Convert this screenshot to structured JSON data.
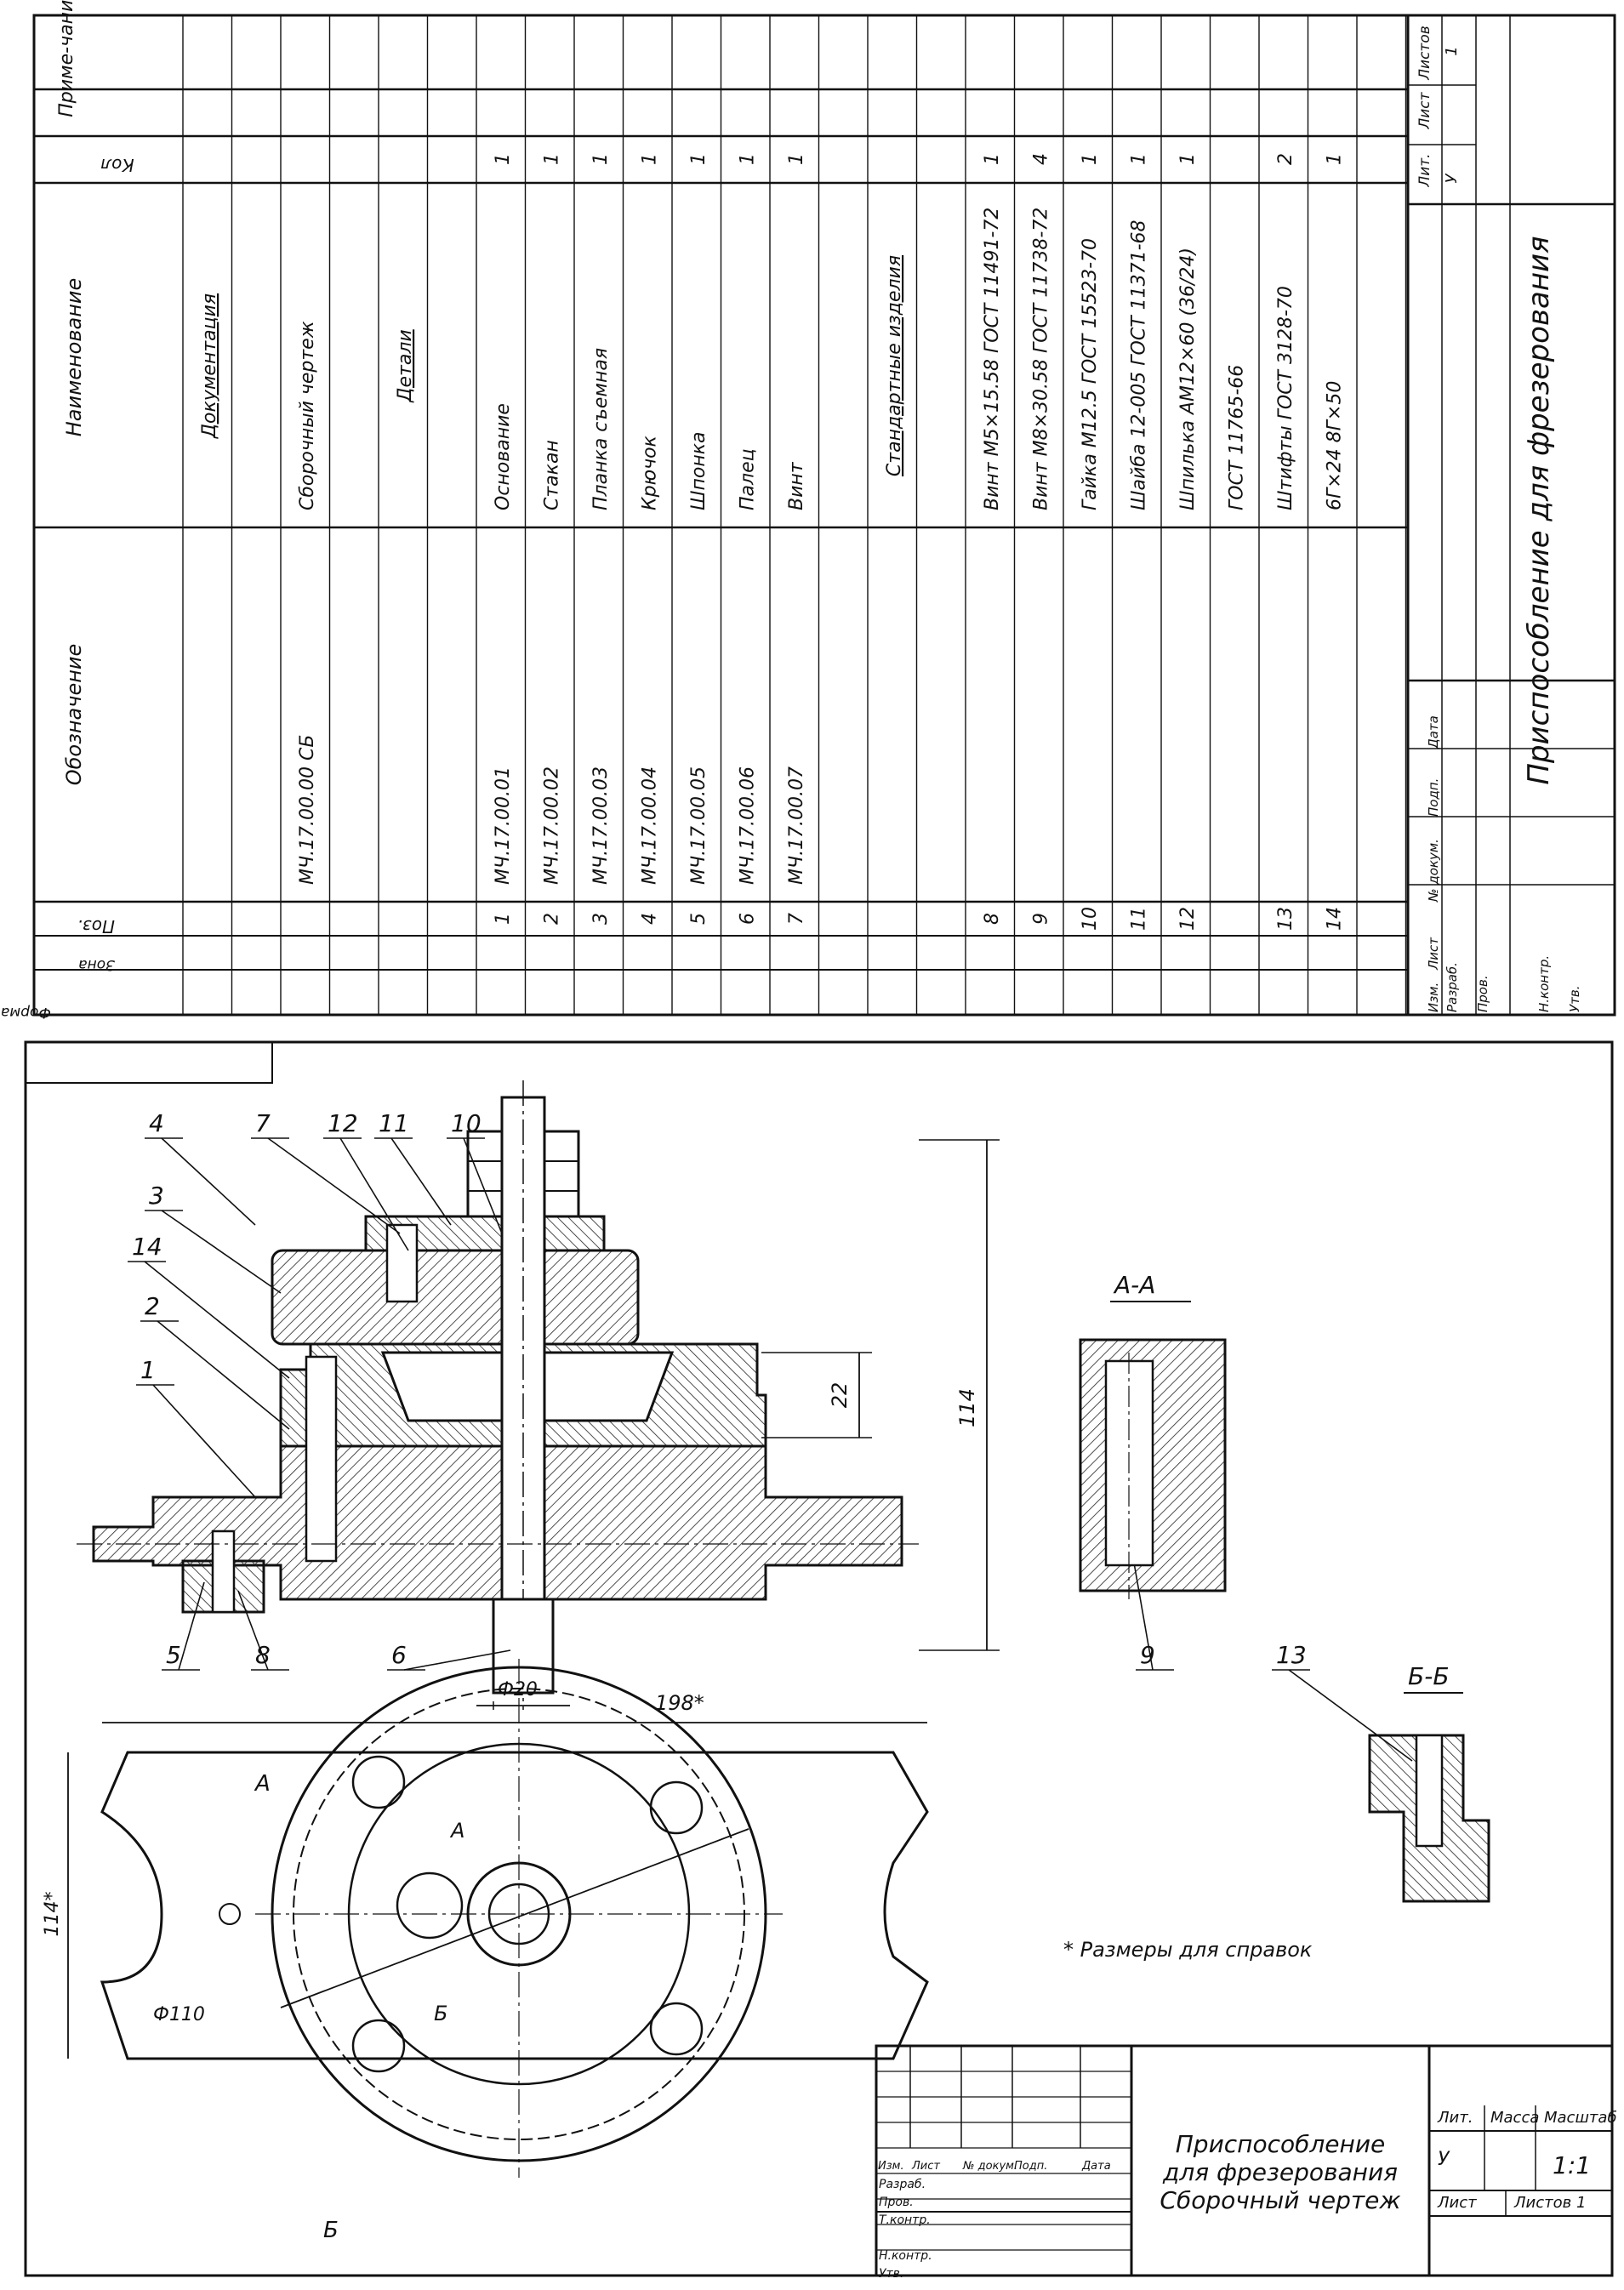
{
  "spec": {
    "headers": {
      "format": "Формат",
      "zone": "Зона",
      "pos": "Поз.",
      "designation": "Обозначение",
      "name": "Наименование",
      "qty": "Кол",
      "note": "Приме-чание"
    },
    "rows": [
      {
        "pos": "",
        "designation": "",
        "name": "Документация",
        "qty": "",
        "kind": "section"
      },
      {
        "pos": "",
        "designation": "",
        "name": "",
        "qty": "",
        "kind": "blank"
      },
      {
        "pos": "",
        "designation": "МЧ.17.00.00 СБ",
        "name": "Сборочный чертеж",
        "qty": "",
        "kind": "item"
      },
      {
        "pos": "",
        "designation": "",
        "name": "",
        "qty": "",
        "kind": "blank"
      },
      {
        "pos": "",
        "designation": "",
        "name": "Детали",
        "qty": "",
        "kind": "section"
      },
      {
        "pos": "",
        "designation": "",
        "name": "",
        "qty": "",
        "kind": "blank"
      },
      {
        "pos": "1",
        "designation": "МЧ.17.00.01",
        "name": "Основание",
        "qty": "1",
        "kind": "item"
      },
      {
        "pos": "2",
        "designation": "МЧ.17.00.02",
        "name": "Стакан",
        "qty": "1",
        "kind": "item"
      },
      {
        "pos": "3",
        "designation": "МЧ.17.00.03",
        "name": "Планка съемная",
        "qty": "1",
        "kind": "item"
      },
      {
        "pos": "4",
        "designation": "МЧ.17.00.04",
        "name": "Крючок",
        "qty": "1",
        "kind": "item"
      },
      {
        "pos": "5",
        "designation": "МЧ.17.00.05",
        "name": "Шпонка",
        "qty": "1",
        "kind": "item"
      },
      {
        "pos": "6",
        "designation": "МЧ.17.00.06",
        "name": "Палец",
        "qty": "1",
        "kind": "item"
      },
      {
        "pos": "7",
        "designation": "МЧ.17.00.07",
        "name": "Винт",
        "qty": "1",
        "kind": "item"
      },
      {
        "pos": "",
        "designation": "",
        "name": "",
        "qty": "",
        "kind": "blank"
      },
      {
        "pos": "",
        "designation": "",
        "name": "Стандартные изделия",
        "qty": "",
        "kind": "section"
      },
      {
        "pos": "",
        "designation": "",
        "name": "",
        "qty": "",
        "kind": "blank"
      },
      {
        "pos": "8",
        "designation": "",
        "name": "Винт М5×15.58 ГОСТ 11491-72",
        "qty": "1",
        "kind": "item"
      },
      {
        "pos": "9",
        "designation": "",
        "name": "Винт М8×30.58 ГОСТ 11738-72",
        "qty": "4",
        "kind": "item"
      },
      {
        "pos": "10",
        "designation": "",
        "name": "Гайка М12.5 ГОСТ 15523-70",
        "qty": "1",
        "kind": "item"
      },
      {
        "pos": "11",
        "designation": "",
        "name": "Шайба 12-005 ГОСТ 11371-68",
        "qty": "1",
        "kind": "item"
      },
      {
        "pos": "12",
        "designation": "",
        "name": "Шпилька АМ12×60 (36/24)",
        "qty": "1",
        "kind": "item"
      },
      {
        "pos": "",
        "designation": "",
        "name": "ГОСТ 11765-66",
        "qty": "",
        "kind": "item"
      },
      {
        "pos": "13",
        "designation": "",
        "name": "Штифты ГОСТ 3128-70",
        "qty": "2",
        "kind": "item"
      },
      {
        "pos": "14",
        "designation": "",
        "name": "6Г×24        8Г×50",
        "qty": "1",
        "kind": "item"
      }
    ],
    "stamp": {
      "labels": [
        "Изм.",
        "Лист",
        "№ докум.",
        "Подп.",
        "Дата"
      ],
      "roles": [
        "Разраб.",
        "Пров.",
        "",
        "Н.контр.",
        "Утв."
      ],
      "title": "Приспособление для фрезерования",
      "lit_header": "Лит.",
      "sheet_header": "Лист",
      "sheets_header": "Листов",
      "lit_value": "У",
      "sheets_value": "1"
    }
  },
  "drawing": {
    "callouts": [
      "4",
      "7",
      "12",
      "11",
      "10",
      "3",
      "14",
      "2",
      "1",
      "5",
      "8",
      "6",
      "9",
      "13"
    ],
    "dims": {
      "height": "114",
      "depth": "22",
      "pin_dia": "Ф20",
      "width": "198*",
      "plan_height": "114*",
      "disc_dia": "Ф110"
    },
    "sections": {
      "aa": "А-А",
      "bb": "Б-Б",
      "mark_a": "А",
      "mark_b": "Б"
    },
    "note": "* Размеры для справок",
    "stamp": {
      "labels": [
        "Изм.",
        "Лист",
        "№ докум.",
        "Подп.",
        "Дата"
      ],
      "roles": [
        "Разраб.",
        "Пров.",
        "Т.контр.",
        "",
        "Н.контр.",
        "Утв."
      ],
      "title": [
        "Приспособление",
        "для фрезерования",
        "Сборочный чертеж"
      ],
      "lit_header": "Лит.",
      "mass_header": "Масса",
      "scale_header": "Масштаб",
      "lit_value": "У",
      "scale_value": "1:1",
      "sheet_header": "Лист",
      "sheets_header": "Листов 1"
    }
  }
}
